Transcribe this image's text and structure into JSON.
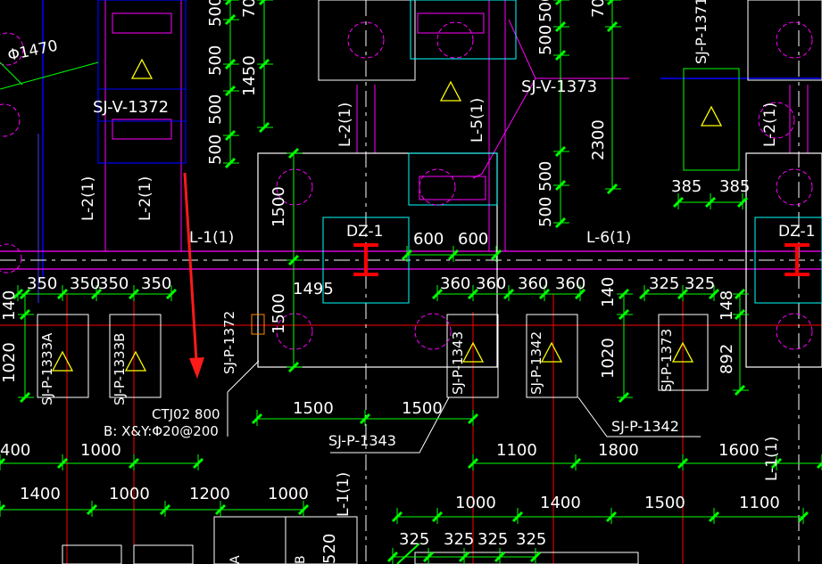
{
  "colors": {
    "background": "#000000",
    "text": "#ffffff",
    "dimension": "#00ff00",
    "foundation": "#ffffff",
    "pile": "#ff00ff",
    "beam": "#ff00ff",
    "axis": "#ff0000",
    "column_block": "#00ffff",
    "grid_blue": "#0000ff",
    "tag_yellow": "#ffff00",
    "steel_red": "#ff0000",
    "arrow": "#ff1a1a"
  },
  "labels": {
    "phi_top": "Φ1470",
    "sjv1372": "SJ-V-1372",
    "sjv1373": "SJ-V-1373",
    "sjp1371": "SJ-P-1371",
    "l2_a": "L-2(1)",
    "l2_b": "L-2(1)",
    "l2_c": "L-2(1)",
    "l2_d": "L-2(1)",
    "l5": "L-5(1)",
    "l1_main": "L-1(1)",
    "l6": "L-6(1)",
    "l1_right": "L-1(1)",
    "l1_bottom": "L-1(1)",
    "dz1_a": "DZ-1",
    "dz1_b": "DZ-1",
    "sjp1333a": "SJ-P-1333A",
    "sjp1333b": "SJ-P-1333B",
    "sjp1372": "SJ-P-1372",
    "sjp1343_v": "SJ-P-1343",
    "sjp1342_v": "SJ-P-1342",
    "sjp1373": "SJ-P-1373",
    "sjp1343_h": "SJ-P-1343",
    "sjp1342_h": "SJ-P-1342",
    "ctj": "CTJ02 800",
    "rebar": "B: X&Y:Φ20@200",
    "tag_a": "A",
    "tag_b": "B"
  },
  "dims": {
    "d500_a": "500",
    "d700_a": "700",
    "d500_b": "500",
    "d1450": "1450",
    "d500_c": "500",
    "d500_d": "500",
    "d500_e": "500",
    "d700_b": "700",
    "d500_f": "500",
    "d2300": "2300",
    "d500_g": "500",
    "d500_h": "500",
    "d385_a": "385",
    "d385_b": "385",
    "d1500_a": "1500",
    "d600_a": "600",
    "d600_b": "600",
    "d350_a": "350",
    "d350_b": "350",
    "d350_c": "350",
    "d350_d": "350",
    "d1495": "1495",
    "d1500_b": "1500",
    "d360_a": "360",
    "d360_b": "360",
    "d360_c": "360",
    "d360_d": "360",
    "d140_a": "140",
    "d325_a": "325",
    "d325_b": "325",
    "d148": "148",
    "d140_b": "140",
    "d1020_a": "1020",
    "d1020_b": "1020",
    "d892": "892",
    "d1500_c": "1500",
    "d1500_d": "1500",
    "d400": "400",
    "d1000_a": "1000",
    "d1100_a": "1100",
    "d1800": "1800",
    "d1600": "1600",
    "d1400_a": "1400",
    "d1000_b": "1000",
    "d1200": "1200",
    "d1000_c": "1000",
    "d1000_d": "1000",
    "d1400_b": "1400",
    "d1500_e": "1500",
    "d1100_b": "1100",
    "d325_c": "325",
    "d325_d": "325",
    "d325_e": "325",
    "d325_f": "325",
    "d520": "520"
  }
}
